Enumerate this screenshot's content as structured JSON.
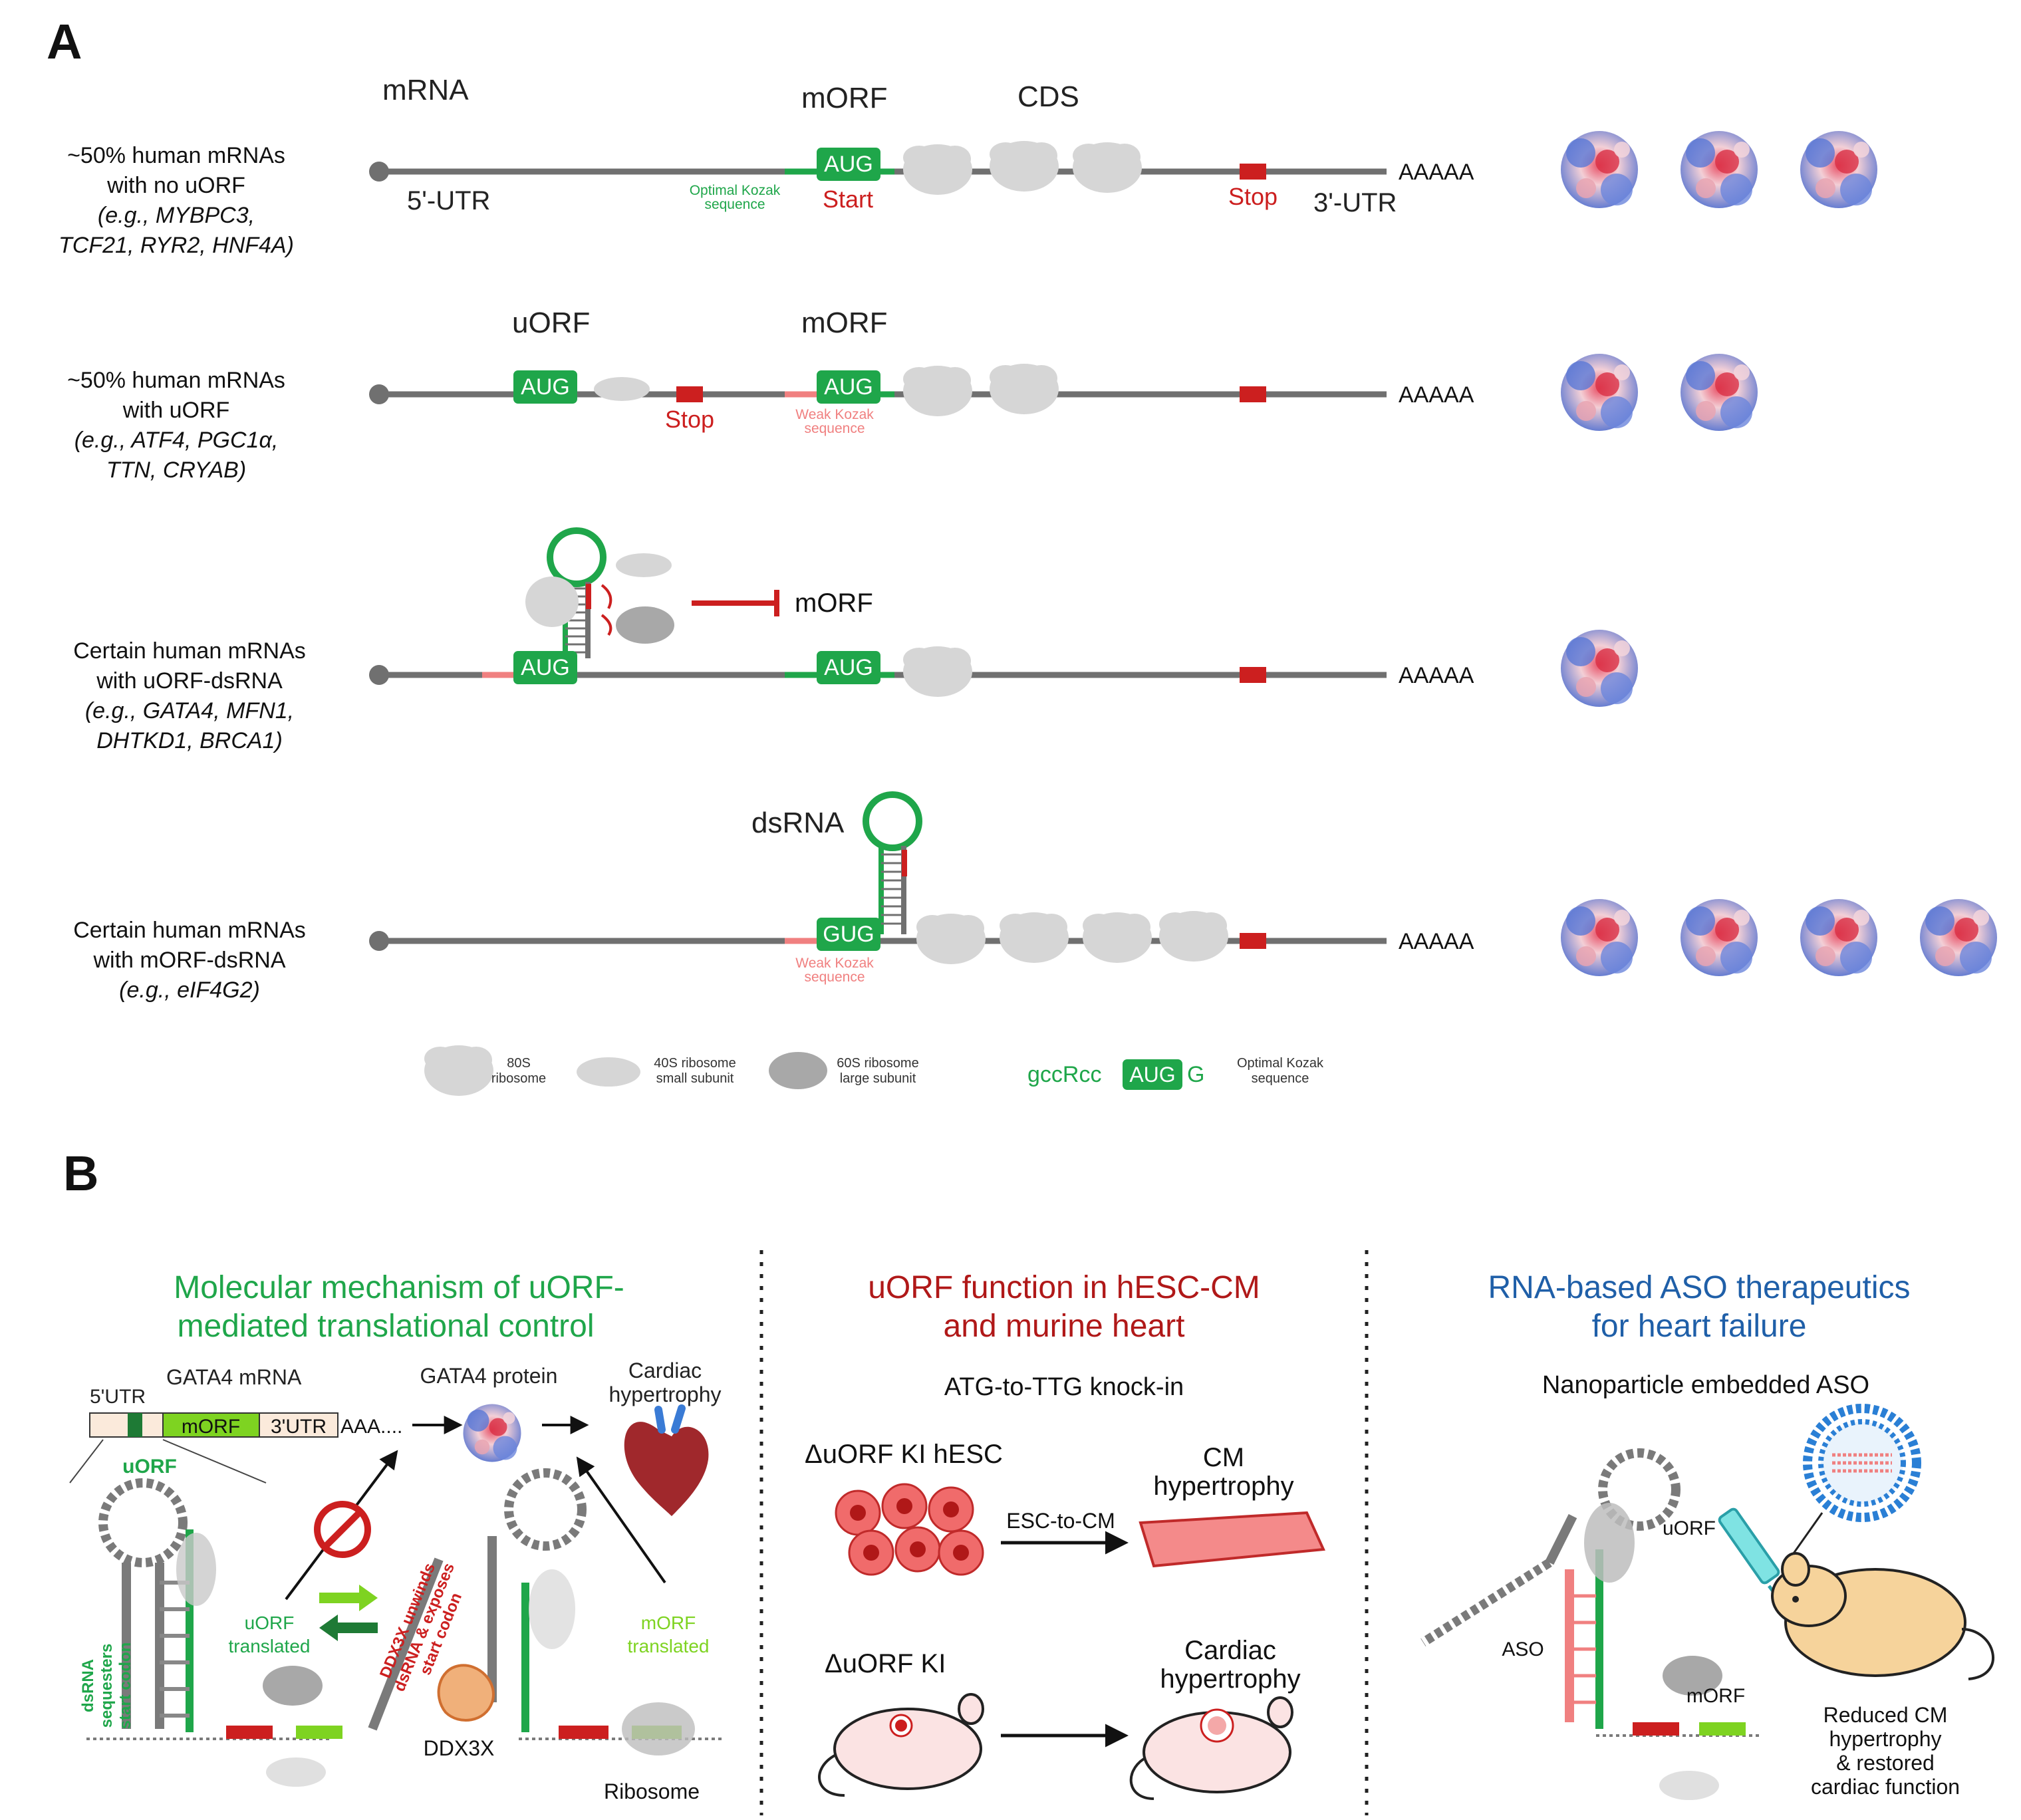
{
  "panel_a": {
    "label": "A",
    "header": {
      "mrna": "mRNA",
      "morf": "mORF",
      "cds": "CDS"
    },
    "rows": [
      {
        "desc": [
          "~50% human mRNAs",
          "with no uORF",
          "(e.g., MYBPC3,",
          "TCF21, RYR2, HNF4A)"
        ],
        "five_utr": "5'-UTR",
        "three_utr": "3'-UTR",
        "kozak_label": [
          "Optimal Kozak",
          "sequence"
        ],
        "start_codon": "AUG",
        "start_label": "Start",
        "stop_label": "Stop",
        "polya": "AAAAA"
      },
      {
        "desc": [
          "~50% human mRNAs",
          "with uORF",
          "(e.g., ATF4, PGC1α,",
          "TTN, CRYAB)"
        ],
        "uorf_label": "uORF",
        "morf_label": "mORF",
        "uorf_codon": "AUG",
        "morf_codon": "AUG",
        "stop_label": "Stop",
        "kozak_label": [
          "Weak Kozak",
          "sequence"
        ],
        "polya": "AAAAA"
      },
      {
        "desc": [
          "Certain human mRNAs",
          "with uORF-dsRNA",
          "(e.g., GATA4, MFN1,",
          "DHTKD1, BRCA1)"
        ],
        "uorf_codon": "AUG",
        "morf_codon": "AUG",
        "inhibit_label": "mORF",
        "polya": "AAAAA"
      },
      {
        "desc": [
          "Certain human mRNAs",
          "with mORF-dsRNA",
          "(e.g., eIF4G2)"
        ],
        "dsrna_label": "dsRNA",
        "codon": "GUG",
        "kozak_label": [
          "Weak Kozak",
          "sequence"
        ],
        "polya": "AAAAA"
      }
    ],
    "legend": {
      "ribo80": [
        "80S",
        "ribosome"
      ],
      "ribo40": [
        "40S ribosome",
        "small subunit"
      ],
      "ribo60": [
        "60S ribosome",
        "large subunit"
      ],
      "kozak_prefix": "gccRcc",
      "kozak_codon": "AUG",
      "kozak_suffix": "G",
      "kozak_label": [
        "Optimal Kozak",
        "sequence"
      ]
    }
  },
  "panel_b": {
    "label": "B",
    "col1": {
      "title": [
        "Molecular mechanism of uORF-",
        "mediated translational control"
      ],
      "five_utr": "5'UTR",
      "gata4_mrna": "GATA4 mRNA",
      "morf": "mORF",
      "three_utr": "3'UTR",
      "polya": "AAA....",
      "gata4_protein": "GATA4 protein",
      "cardiac_hypertrophy": [
        "Cardiac",
        "hypertrophy"
      ],
      "uorf": "uORF",
      "dsrna_note": [
        "dsRNA",
        "sequesters",
        "start codon"
      ],
      "uorf_translated": [
        "uORF",
        "translated"
      ],
      "ddx3x_note": [
        "DDX3X unwinds",
        "dsRNA & exposes",
        "start codon"
      ],
      "morf_translated": [
        "mORF",
        "translated"
      ],
      "ddx3x": "DDX3X",
      "ribosome": "Ribosome"
    },
    "col2": {
      "title": [
        "uORF function in hESC-CM",
        "and murine heart"
      ],
      "subtitle": "ATG-to-TTG knock-in",
      "hesc_label": "ΔuORF KI hESC",
      "cm_label": [
        "CM",
        "hypertrophy"
      ],
      "esc_to_cm": "ESC-to-CM",
      "mouse_label": "ΔuORF KI",
      "cardiac_label": [
        "Cardiac",
        "hypertrophy"
      ]
    },
    "col3": {
      "title": [
        "RNA-based ASO therapeutics",
        "for heart failure"
      ],
      "subtitle": "Nanoparticle embedded ASO",
      "uorf": "uORF",
      "aso": "ASO",
      "morf": "mORF",
      "outcome": [
        "Reduced CM",
        "hypertrophy",
        "& restored",
        "cardiac function"
      ]
    }
  },
  "colors": {
    "green": "#1fa64a",
    "light_green": "#7ed321",
    "red": "#cc1f1f",
    "pink": "#f08080",
    "gray_line": "#707070",
    "blue_title": "#1f5fa8",
    "dark_red_title": "#b01818"
  }
}
